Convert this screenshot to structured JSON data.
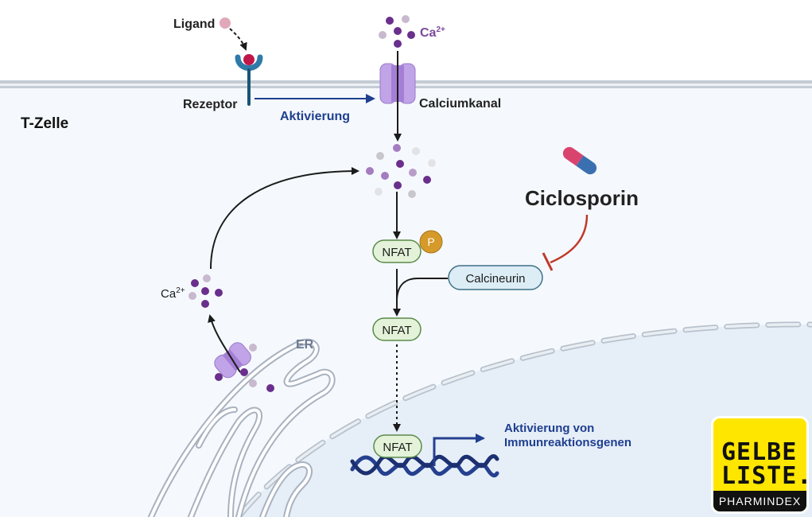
{
  "labels": {
    "ligand": "Ligand",
    "ca_top": "Ca",
    "ca_top_sup": "2+",
    "rezeptor": "Rezeptor",
    "calciumkanal": "Calciumkanal",
    "aktivierung": "Aktivierung",
    "t_zelle": "T-Zelle",
    "ciclosporin": "Ciclosporin",
    "phosphate": "P",
    "nfat_phos": "NFAT",
    "calcineurin": "Calcineurin",
    "nfat_active": "NFAT",
    "nfat_dna": "NFAT",
    "ca_er": "Ca",
    "ca_er_sup": "2+",
    "er": "ER",
    "gene_activation_line1": "Aktivierung von",
    "gene_activation_line2": "Immunreaktionsgenen"
  },
  "logo": {
    "line1": "GELBE",
    "line2": "LISTE.",
    "bar": "PHARMINDEX"
  },
  "colors": {
    "cytoplasm": "#f5f9fd",
    "nucleus": "#e6eef8",
    "membrane": "#c8d0d8",
    "receptor": "#2e7aa8",
    "ligand": "#c0174a",
    "channel": "#b795e0",
    "calcium_dark": "#6a2f8c",
    "calcium_light": "#b9a9c6",
    "activation_blue": "#1f3f8f",
    "inhibition_red": "#c0392b",
    "nfat_fill": "#e3f2d8",
    "nfat_stroke": "#5b8a4a",
    "calcineurin_fill": "#dcedf5",
    "calcineurin_stroke": "#3f6f86",
    "phosphate": "#d69a2a",
    "logo_yellow": "#ffe600"
  }
}
